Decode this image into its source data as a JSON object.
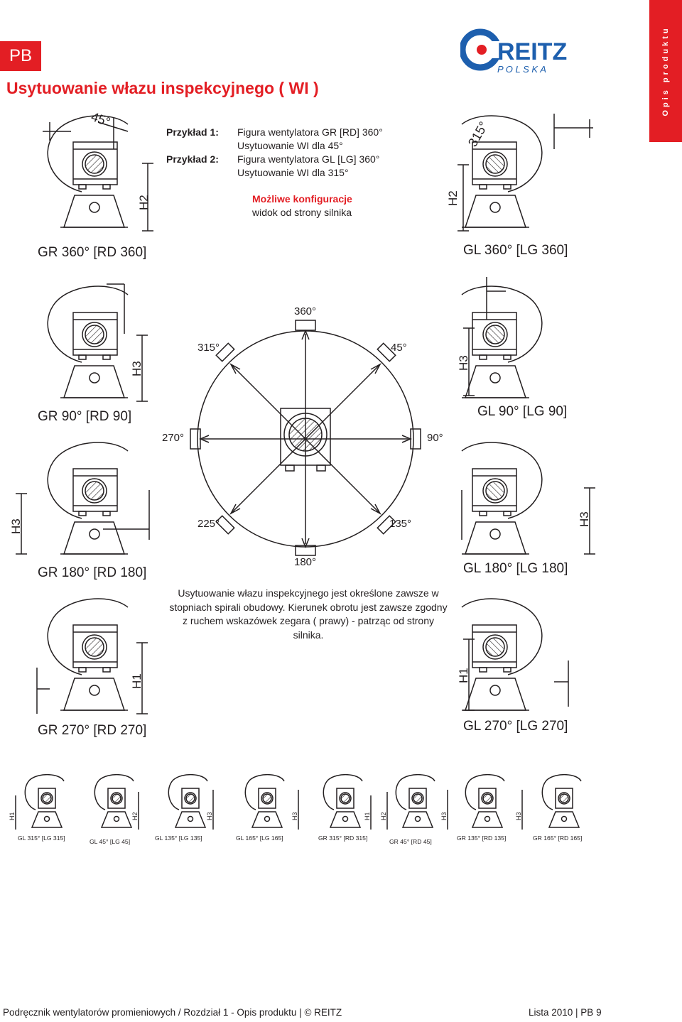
{
  "header": {
    "badge": "PB",
    "title": "Usytuowanie włazu inspekcyjnego ( WI )",
    "side_tab": "Opis produktu"
  },
  "logo": {
    "name": "REITZ",
    "sub": "P O L S K A"
  },
  "examples": [
    {
      "label": "Przykład 1:",
      "lines": [
        "Figura wentylatora GR [RD] 360°",
        "Usytuowanie WI dla 45°"
      ]
    },
    {
      "label": "Przykład 2:",
      "lines": [
        "Figura wentylatora GL [LG] 360°",
        "Usytuowanie WI dla 315°"
      ]
    }
  ],
  "configs": {
    "heading": "Możliwe konfiguracje",
    "subheading": "widok od strony silnika"
  },
  "example_angles": {
    "left": "45°",
    "right": "315°"
  },
  "fan_labels": {
    "gr360": "GR 360° [RD 360]",
    "gl360": "GL 360° [LG 360]",
    "gr90": "GR 90° [RD 90]",
    "gl90": "GL 90° [LG 90]",
    "gr180": "GR 180° [RD 180]",
    "gl180": "GL 180° [LG 180]",
    "gr270": "GR 270° [RD 270]",
    "gl270": "GL 270° [LG 270]"
  },
  "heights": {
    "h1": "H1",
    "h2": "H2",
    "h3": "H3"
  },
  "dial": {
    "a0": "360°",
    "a45": "45°",
    "a90": "90°",
    "a135": "135°",
    "a180": "180°",
    "a225": "225°",
    "a270": "270°",
    "a315": "315°"
  },
  "description": "Usytuowanie włazu inspekcyjnego jest określone zawsze w stopniach spirali obudowy. Kierunek obrotu jest zawsze zgodny z ruchem wskazówek zegara ( prawy) - patrząc od strony silnika.",
  "small_fans": [
    {
      "label": "GL 315° [LG 315]",
      "h": "H1"
    },
    {
      "label": "GL 45° [LG 45]",
      "h": "H2"
    },
    {
      "label": "GL 135° [LG 135]",
      "h": "H3"
    },
    {
      "label": "GL 165° [LG 165]",
      "h": "H3"
    },
    {
      "label": "GR 315° [RD 315]",
      "h": "H1"
    },
    {
      "label": "GR 45° [RD 45]",
      "h": "H2"
    },
    {
      "label": "GR 135° [RD 135]",
      "h": "H3"
    },
    {
      "label": "GR 165° [RD 165]",
      "h": "H3"
    }
  ],
  "footer": {
    "left": "Podręcznik wentylatorów promieniowych / Rozdział 1 - Opis produktu  |  © REITZ",
    "right": "Lista 2010  |  PB 9"
  },
  "colors": {
    "accent": "#e31e24",
    "logo_blue": "#1d5fae",
    "line": "#231f20"
  }
}
